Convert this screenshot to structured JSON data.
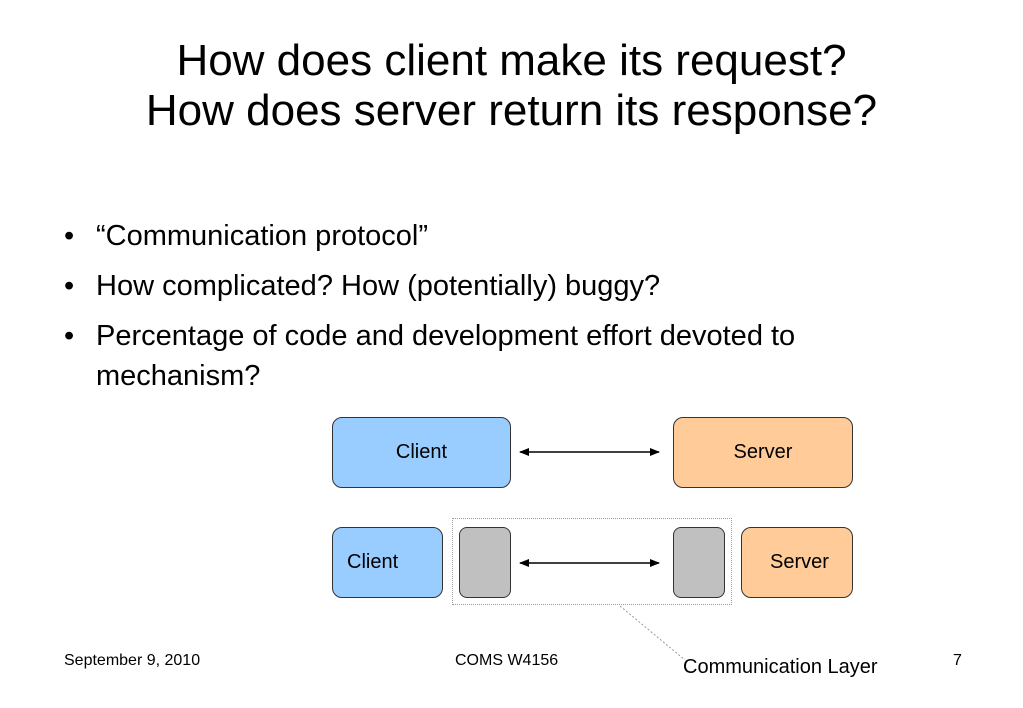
{
  "title": {
    "line1": "How does client make its request?",
    "line2": "How does server return its response?"
  },
  "bullets": [
    {
      "bullet": "•",
      "text": "“Communication protocol”"
    },
    {
      "bullet": "•",
      "text": "How complicated? How (potentially) buggy?"
    },
    {
      "bullet": "•",
      "text": "Percentage of code and development effort devoted to mechanism?"
    }
  ],
  "diagram": {
    "top": {
      "client": "Client",
      "server": "Server"
    },
    "bottom": {
      "client": "Client",
      "server": "Server",
      "layer_label": "Communication Layer"
    },
    "colors": {
      "client": "#99ccff",
      "server": "#ffcc99",
      "stub": "#c0c0c0"
    }
  },
  "footer": {
    "date": "September 9, 2010",
    "course": "COMS W4156",
    "page": "7"
  }
}
